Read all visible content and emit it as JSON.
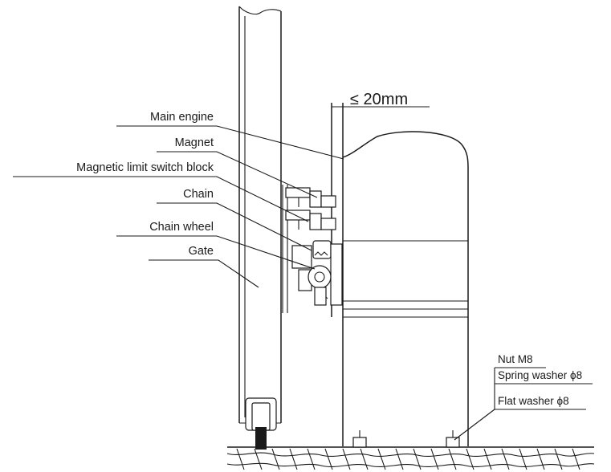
{
  "dimension": {
    "label": "≤ 20mm"
  },
  "left_labels": [
    {
      "id": "main-engine",
      "text": "Main engine"
    },
    {
      "id": "magnet",
      "text": "Magnet"
    },
    {
      "id": "magnetic-limit-switch-block",
      "text": "Magnetic limit switch block"
    },
    {
      "id": "chain",
      "text": "Chain"
    },
    {
      "id": "chain-wheel",
      "text": "Chain wheel"
    },
    {
      "id": "gate",
      "text": "Gate"
    }
  ],
  "right_labels": [
    {
      "id": "nut",
      "text": "Nut M8"
    },
    {
      "id": "spring-washer",
      "text": "Spring washer ϕ8"
    },
    {
      "id": "flat-washer",
      "text": "Flat washer ϕ8"
    }
  ]
}
